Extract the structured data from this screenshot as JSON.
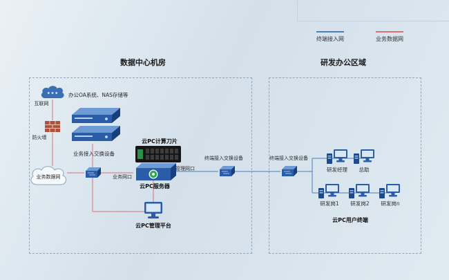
{
  "legend": {
    "items": [
      {
        "label": "终端接入网",
        "color": "#4a7ebb"
      },
      {
        "label": "业务数据网",
        "color": "#d9717d"
      }
    ]
  },
  "titles": {
    "datacenter": "数据中心机房",
    "office": "研发办公区域"
  },
  "datacenter": {
    "internet": "互联网",
    "oa_systems": "办公OA系统、NAS存储等",
    "firewall": "防火墙",
    "business_access_switch": "业务接入交换设备",
    "business_data_cloud": "业务数据网",
    "blade": "云PC计算刀片",
    "cloudpc_server": "云PC服务器",
    "business_port": "业务网口",
    "management_port": "管理网口",
    "terminal_access_switch": "终端接入交换设备",
    "management_platform": "云PC管理平台"
  },
  "office": {
    "terminal_access_switch": "终端接入交换设备",
    "user_terminals": "云PC用户终端",
    "pcs": [
      {
        "label": "研发经理"
      },
      {
        "label": "总助"
      },
      {
        "label": "研发岗1"
      },
      {
        "label": "研发岗2"
      },
      {
        "label": "研发岗n"
      }
    ]
  },
  "colors": {
    "terminal_net": "#4a7ebb",
    "business_net": "#d9717d"
  }
}
